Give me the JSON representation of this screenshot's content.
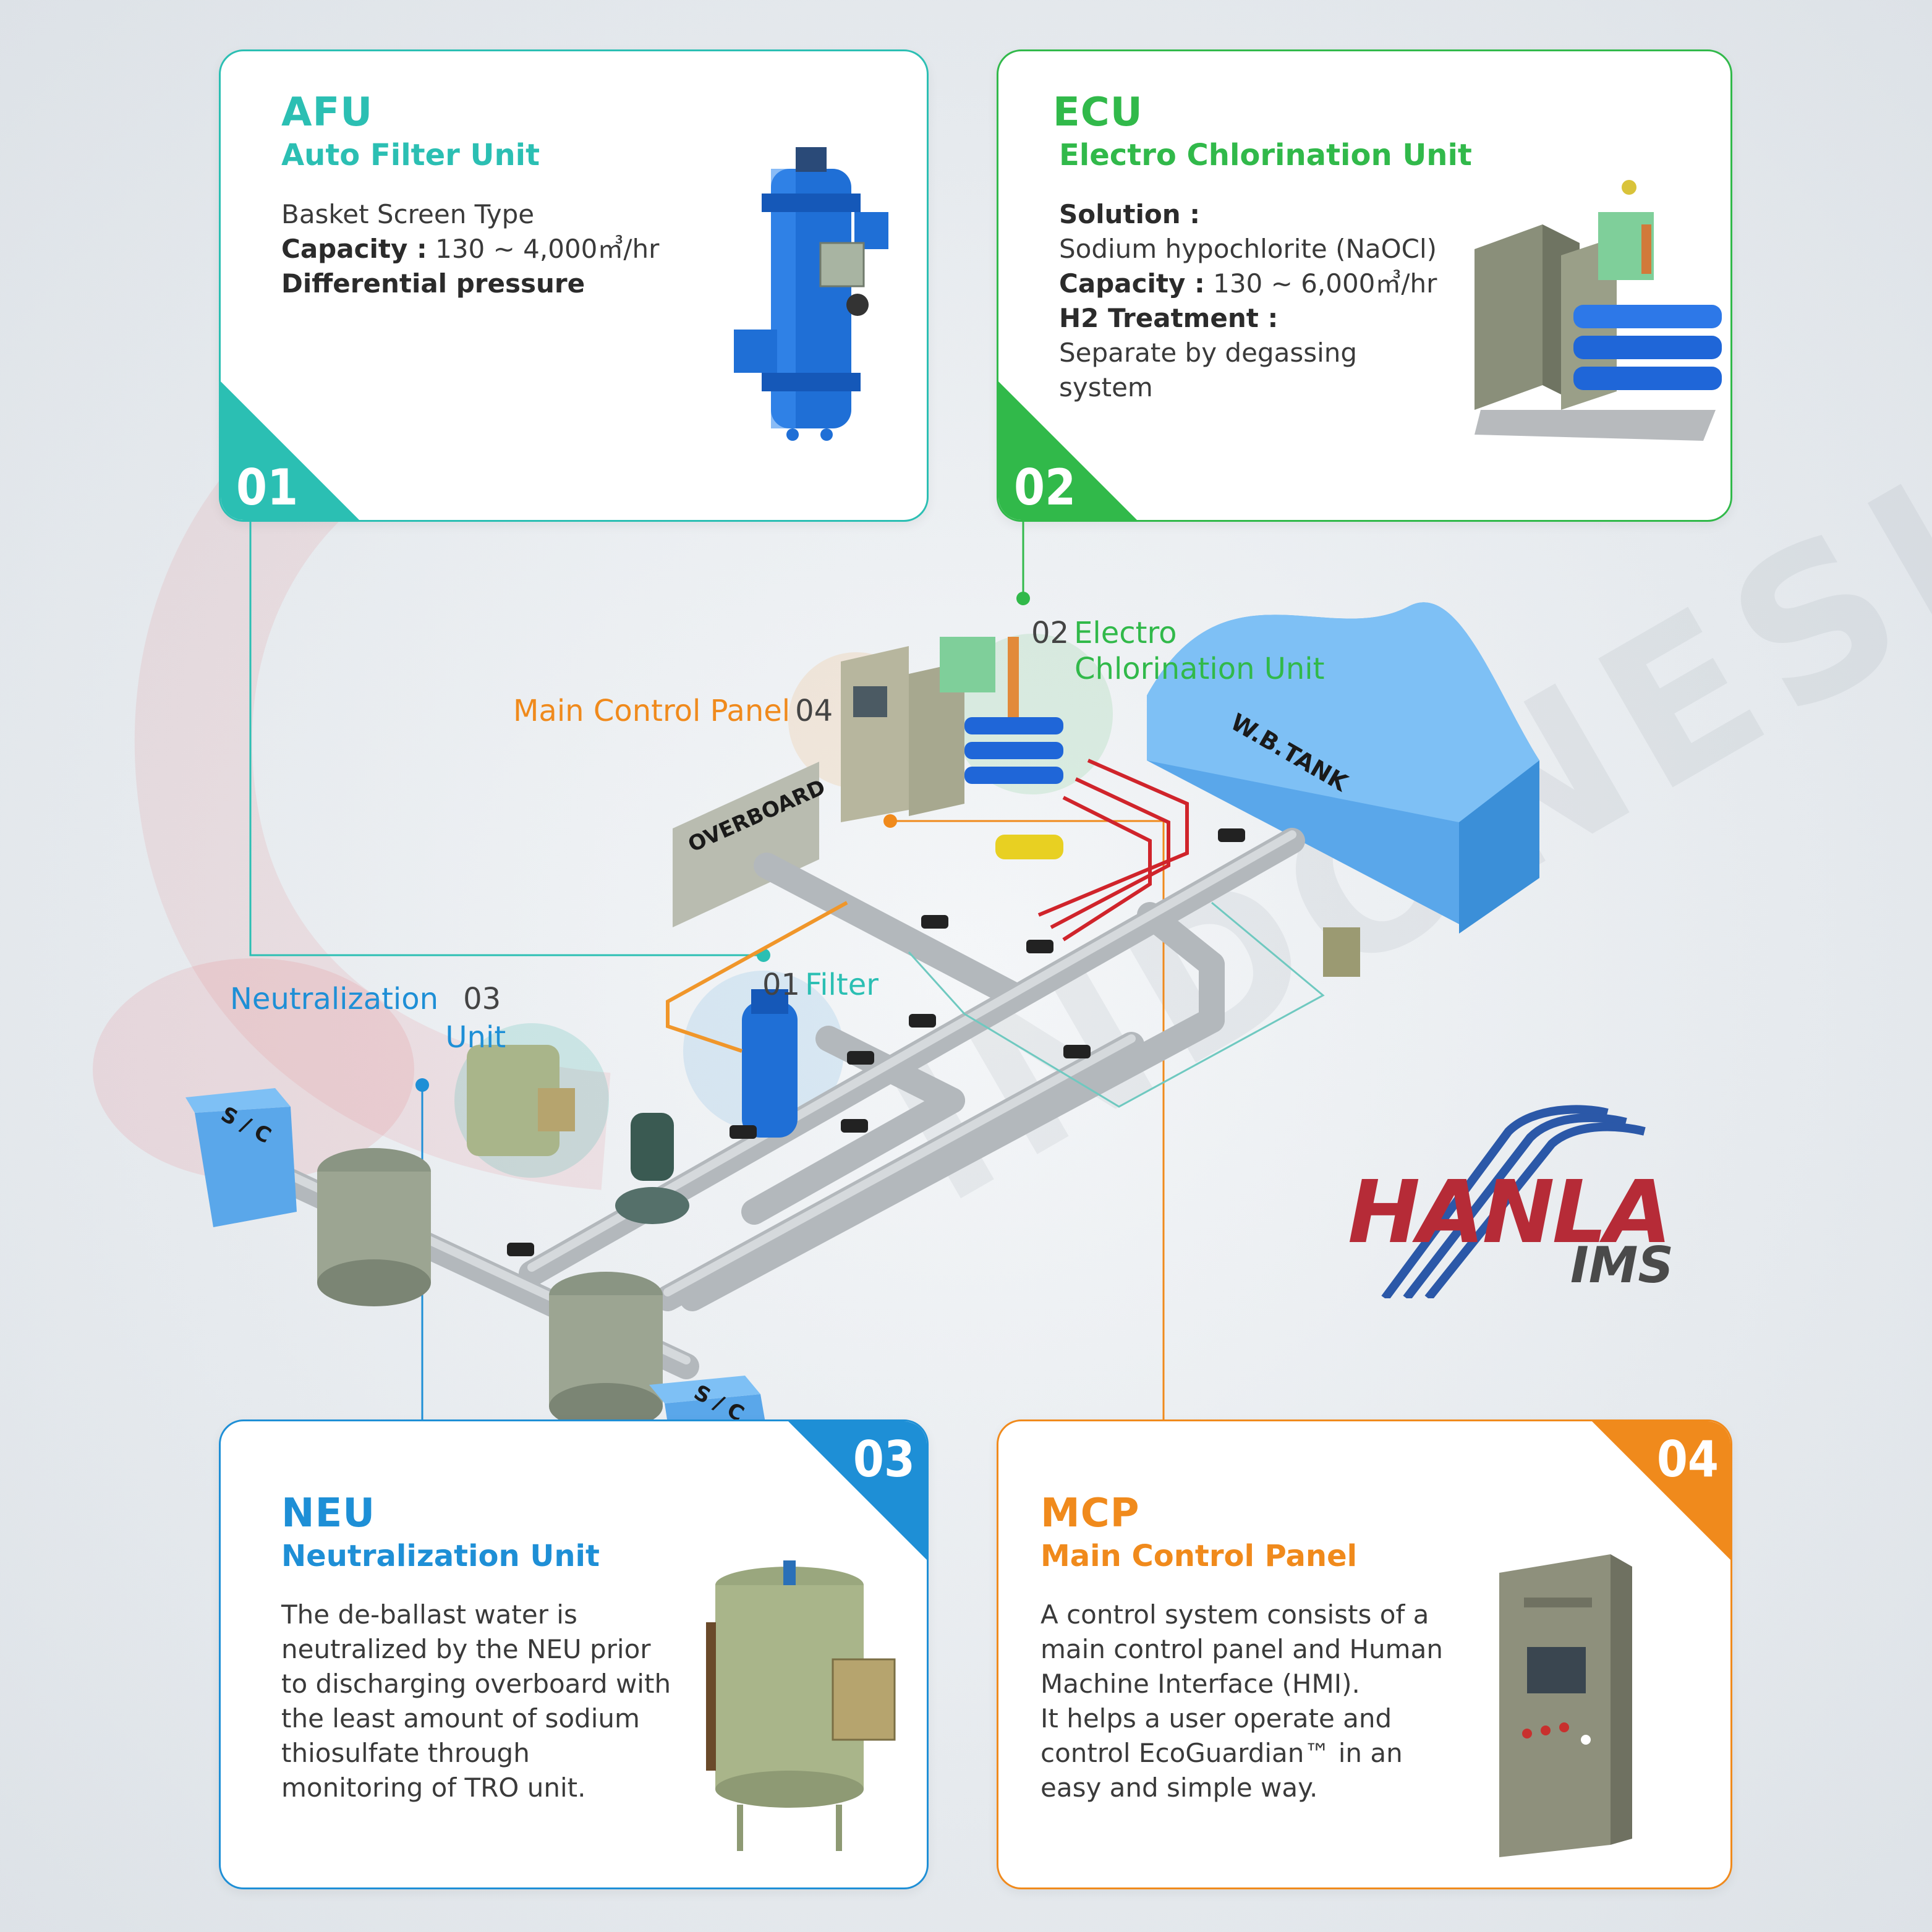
{
  "colors": {
    "afu": "#2bbfb3",
    "ecu": "#31b94a",
    "neu": "#1e8fd6",
    "mcp": "#f08a1c",
    "hanla_red": "#b62b37",
    "hanla_blue": "#2b58a8"
  },
  "cards": {
    "afu": {
      "number": "01",
      "abbr": "AFU",
      "name": "Auto Filter Unit",
      "line1": "Basket Screen Type",
      "capacity_label": "Capacity :",
      "capacity_value": "130 ~ 4,000㎥/hr",
      "line3": "Differential pressure"
    },
    "ecu": {
      "number": "02",
      "abbr": "ECU",
      "name": "Electro Chlorination Unit",
      "solution_label": "Solution :",
      "solution_value": "Sodium hypochlorite (NaOCl)",
      "capacity_label": "Capacity :",
      "capacity_value": "130 ~ 6,000㎥/hr",
      "h2_label": "H2 Treatment :",
      "h2_value": "Separate by degassing system"
    },
    "neu": {
      "number": "03",
      "abbr": "NEU",
      "name": "Neutralization Unit",
      "description": "The de-ballast water is neutralized by the NEU prior to discharging overboard with the least amount of sodium thiosulfate through monitoring of TRO unit."
    },
    "mcp": {
      "number": "04",
      "abbr": "MCP",
      "name": "Main Control Panel",
      "description_1": "A control system consists of a main control panel and Human Machine Interface (HMI).",
      "description_2": "It helps a user operate and control EcoGuardian™ in an easy and simple way."
    }
  },
  "diagram": {
    "ecu_number": "02",
    "ecu_label_1": "Electro",
    "ecu_label_2": "Chlorination Unit",
    "mcp_label": "Main Control Panel",
    "mcp_number": "04",
    "filter_number": "01",
    "filter_label": "Filter",
    "neu_label_1": "Neutralization",
    "neu_label_2": "Unit",
    "neu_number": "03",
    "tank_label": "W.B.TANK",
    "overboard_label": "OVERBOARD",
    "sc_label_1": "S / C",
    "sc_label_2": "S / C"
  },
  "logo": {
    "brand": "HANLA",
    "sub": "IMS"
  },
  "watermark": {
    "line1": "INDONESIA"
  }
}
